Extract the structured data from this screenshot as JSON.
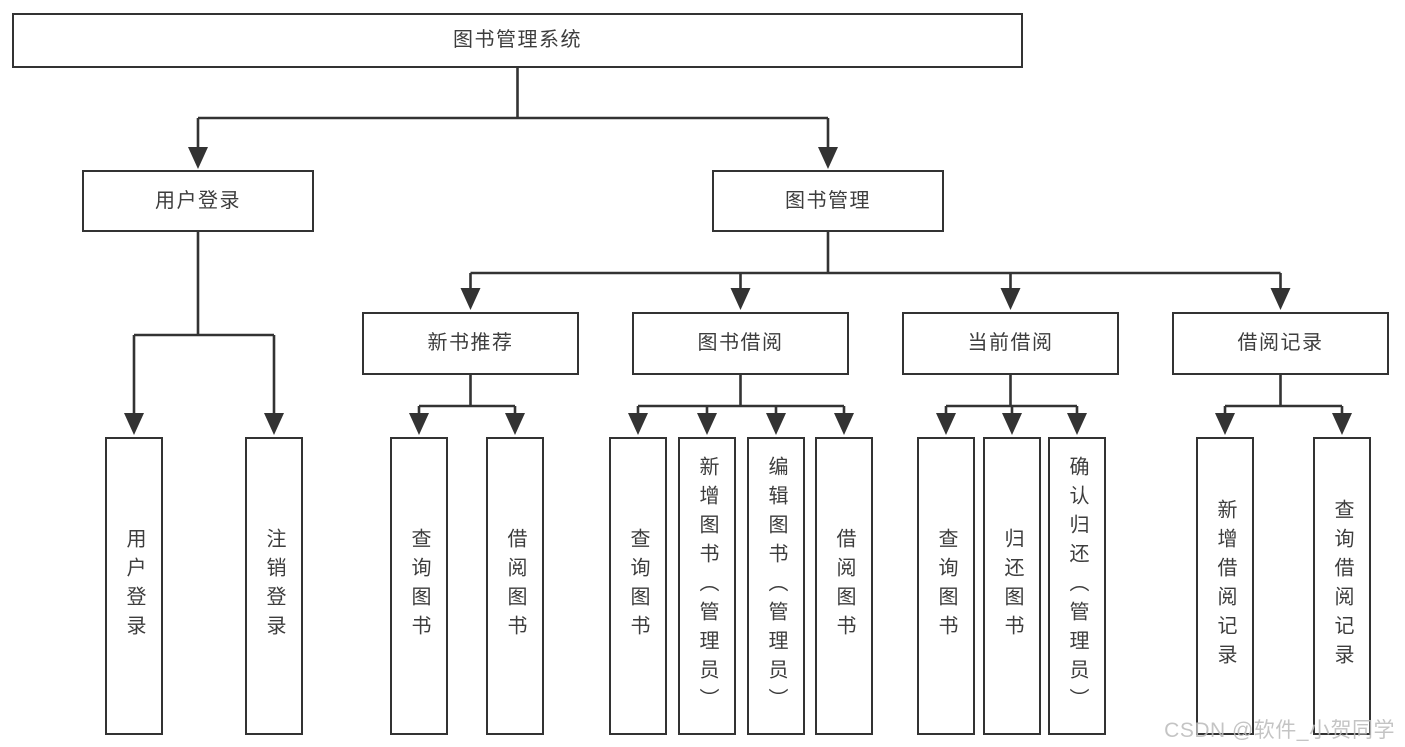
{
  "colors": {
    "line": "#333333",
    "text": "#3d3d3d",
    "box_bg": "#ffffff",
    "watermark": "#bdbdbd"
  },
  "watermark": {
    "text": "CSDN @软件_小贺同学"
  },
  "tree": {
    "label": "图书管理系统",
    "children": [
      {
        "label": "用户登录",
        "children": [
          {
            "label": "用户登录"
          },
          {
            "label": "注销登录"
          }
        ]
      },
      {
        "label": "图书管理",
        "children": [
          {
            "label": "新书推荐",
            "children": [
              {
                "label": "查询图书"
              },
              {
                "label": "借阅图书"
              }
            ]
          },
          {
            "label": "图书借阅",
            "children": [
              {
                "label": "查询图书"
              },
              {
                "label": "新增图书（管理员）"
              },
              {
                "label": "编辑图书（管理员）"
              },
              {
                "label": "借阅图书"
              }
            ]
          },
          {
            "label": "当前借阅",
            "children": [
              {
                "label": "查询图书"
              },
              {
                "label": "归还图书"
              },
              {
                "label": "确认归还（管理员）"
              }
            ]
          },
          {
            "label": "借阅记录",
            "children": [
              {
                "label": "新增借阅记录"
              },
              {
                "label": "查询借阅记录"
              }
            ]
          }
        ]
      }
    ]
  }
}
